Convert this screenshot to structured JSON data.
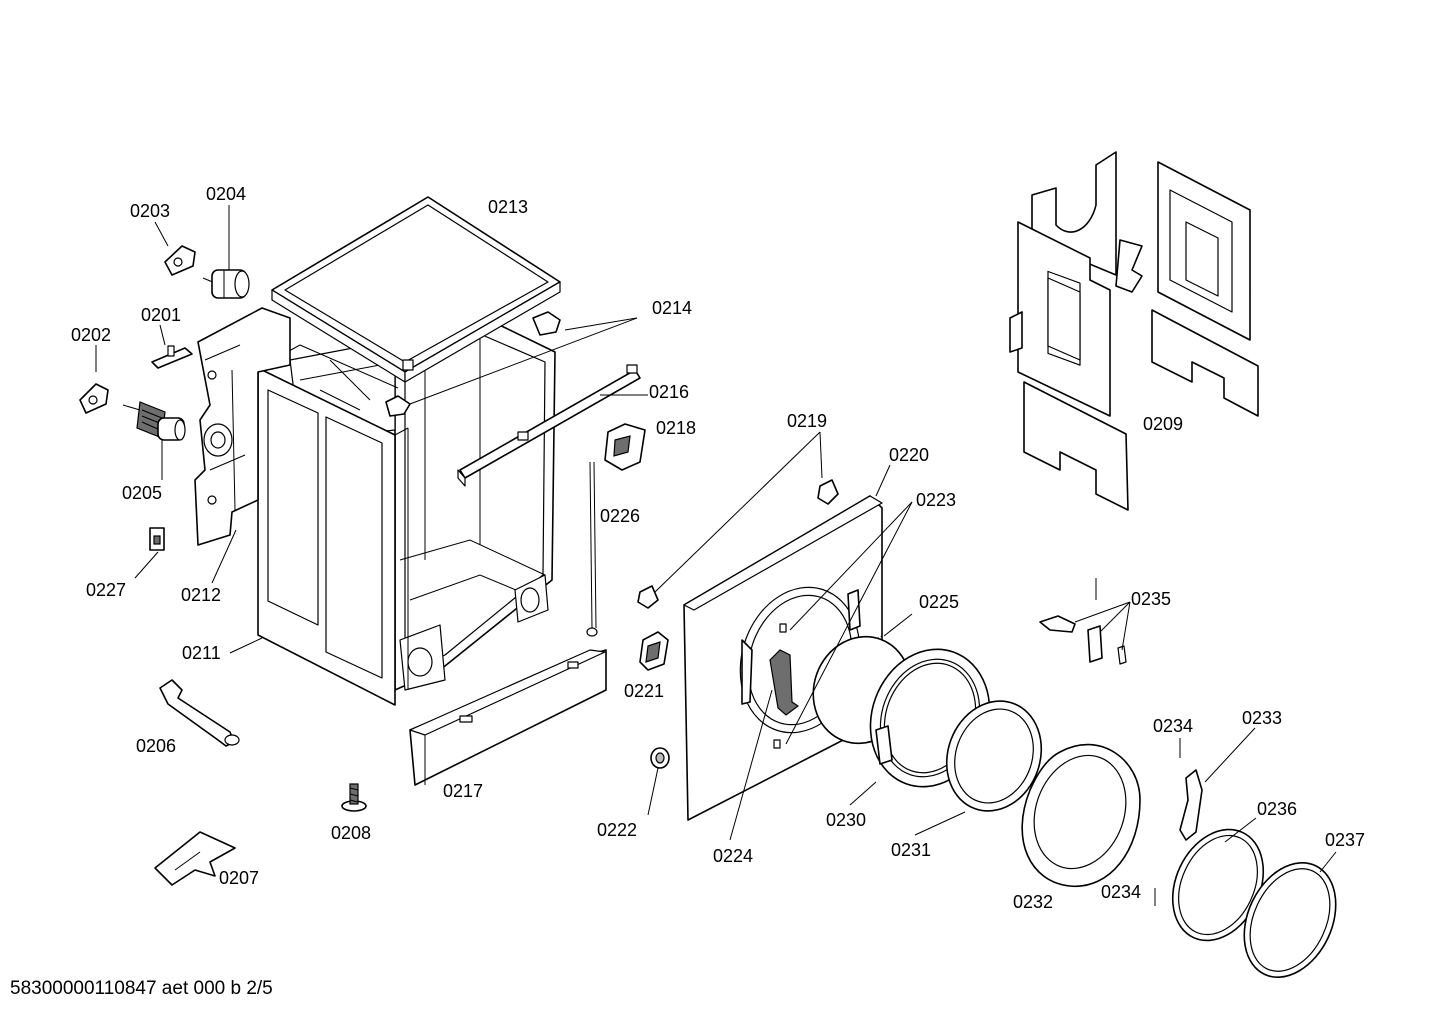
{
  "diagram": {
    "labels": {
      "p0201": "0201",
      "p0202": "0202",
      "p0203": "0203",
      "p0204": "0204",
      "p0205": "0205",
      "p0206": "0206",
      "p0207": "0207",
      "p0208": "0208",
      "p0209": "0209",
      "p0211": "0211",
      "p0212": "0212",
      "p0213": "0213",
      "p0214": "0214",
      "p0216": "0216",
      "p0217": "0217",
      "p0218": "0218",
      "p0219": "0219",
      "p0220": "0220",
      "p0221": "0221",
      "p0222": "0222",
      "p0223": "0223",
      "p0224": "0224",
      "p0225": "0225",
      "p0226": "0226",
      "p0227": "0227",
      "p0230": "0230",
      "p0231": "0231",
      "p0232": "0232",
      "p0233": "0233",
      "p0234a": "0234",
      "p0234b": "0234",
      "p0235": "0235",
      "p0236": "0236",
      "p0237": "0237"
    },
    "footer": "58300000110847 aet 000 b 2/5"
  }
}
